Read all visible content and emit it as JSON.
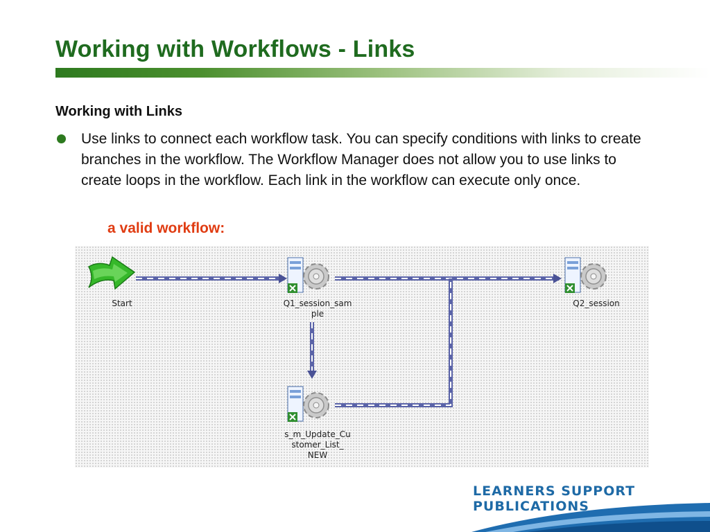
{
  "slide": {
    "title": "Working with Workflows - Links",
    "subheading": "Working with Links",
    "bullet": "Use links to connect each workflow task. You can specify conditions with links to create branches in the workflow. The Workflow Manager does not allow you to use links to create loops in the workflow. Each link in the workflow can execute only once.",
    "diagram_caption": "a valid workflow:"
  },
  "diagram": {
    "nodes": {
      "start": "Start",
      "q1_line1": "Q1_session_sam",
      "q1_line2": "ple",
      "q2": "Q2_session",
      "update_line1": "s_m_Update_Cu",
      "update_line2": "stomer_List_",
      "update_line3": "NEW"
    }
  },
  "footer": {
    "logo_text": "LEARNERS SUPPORT PUBLICATIONS"
  },
  "colors": {
    "title_green": "#1f6b1f",
    "caption_red": "#e03c12",
    "link_blue": "#5a63a8",
    "logo_blue": "#1e6aa6"
  }
}
